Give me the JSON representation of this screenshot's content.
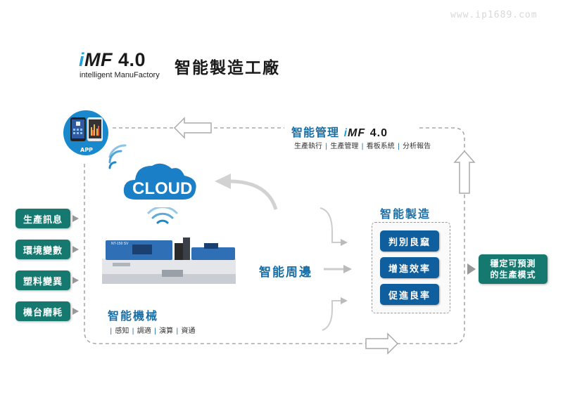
{
  "watermark": "www.ip1689.com",
  "header": {
    "brand_i": "i",
    "brand_mf": "MF",
    "brand_version": "4.0",
    "brand_subtitle": "intelligent ManuFactory",
    "title": "智能製造工廠"
  },
  "inputs": [
    {
      "label": "生產訊息"
    },
    {
      "label": "環境變數"
    },
    {
      "label": "塑料變異"
    },
    {
      "label": "機台磨耗"
    }
  ],
  "app_label": "APP",
  "cloud_label": "CLOUD",
  "management": {
    "title_prefix": "智能管理",
    "title_i": "i",
    "title_mf": "MF",
    "title_version": "4.0",
    "items": [
      "生產執行",
      "生產管理",
      "看板系統",
      "分析報告"
    ],
    "separator": "|"
  },
  "manufacturing": {
    "title": "智能製造",
    "items": [
      "判別良窳",
      "增進效率",
      "促進良率"
    ]
  },
  "peripheral": {
    "title": "智能周邊"
  },
  "machinery": {
    "title": "智能機械",
    "items": [
      "感知",
      "調適",
      "演算",
      "資通"
    ],
    "machine_label": "NT-150 SV"
  },
  "output": {
    "line1": "穩定可預測",
    "line2": "的生產模式"
  },
  "colors": {
    "teal": "#16796f",
    "blue": "#0f5f9e",
    "title_blue": "#1a6fa6",
    "cloud": "#1a7fc6",
    "machine": "#2f6fb5"
  }
}
